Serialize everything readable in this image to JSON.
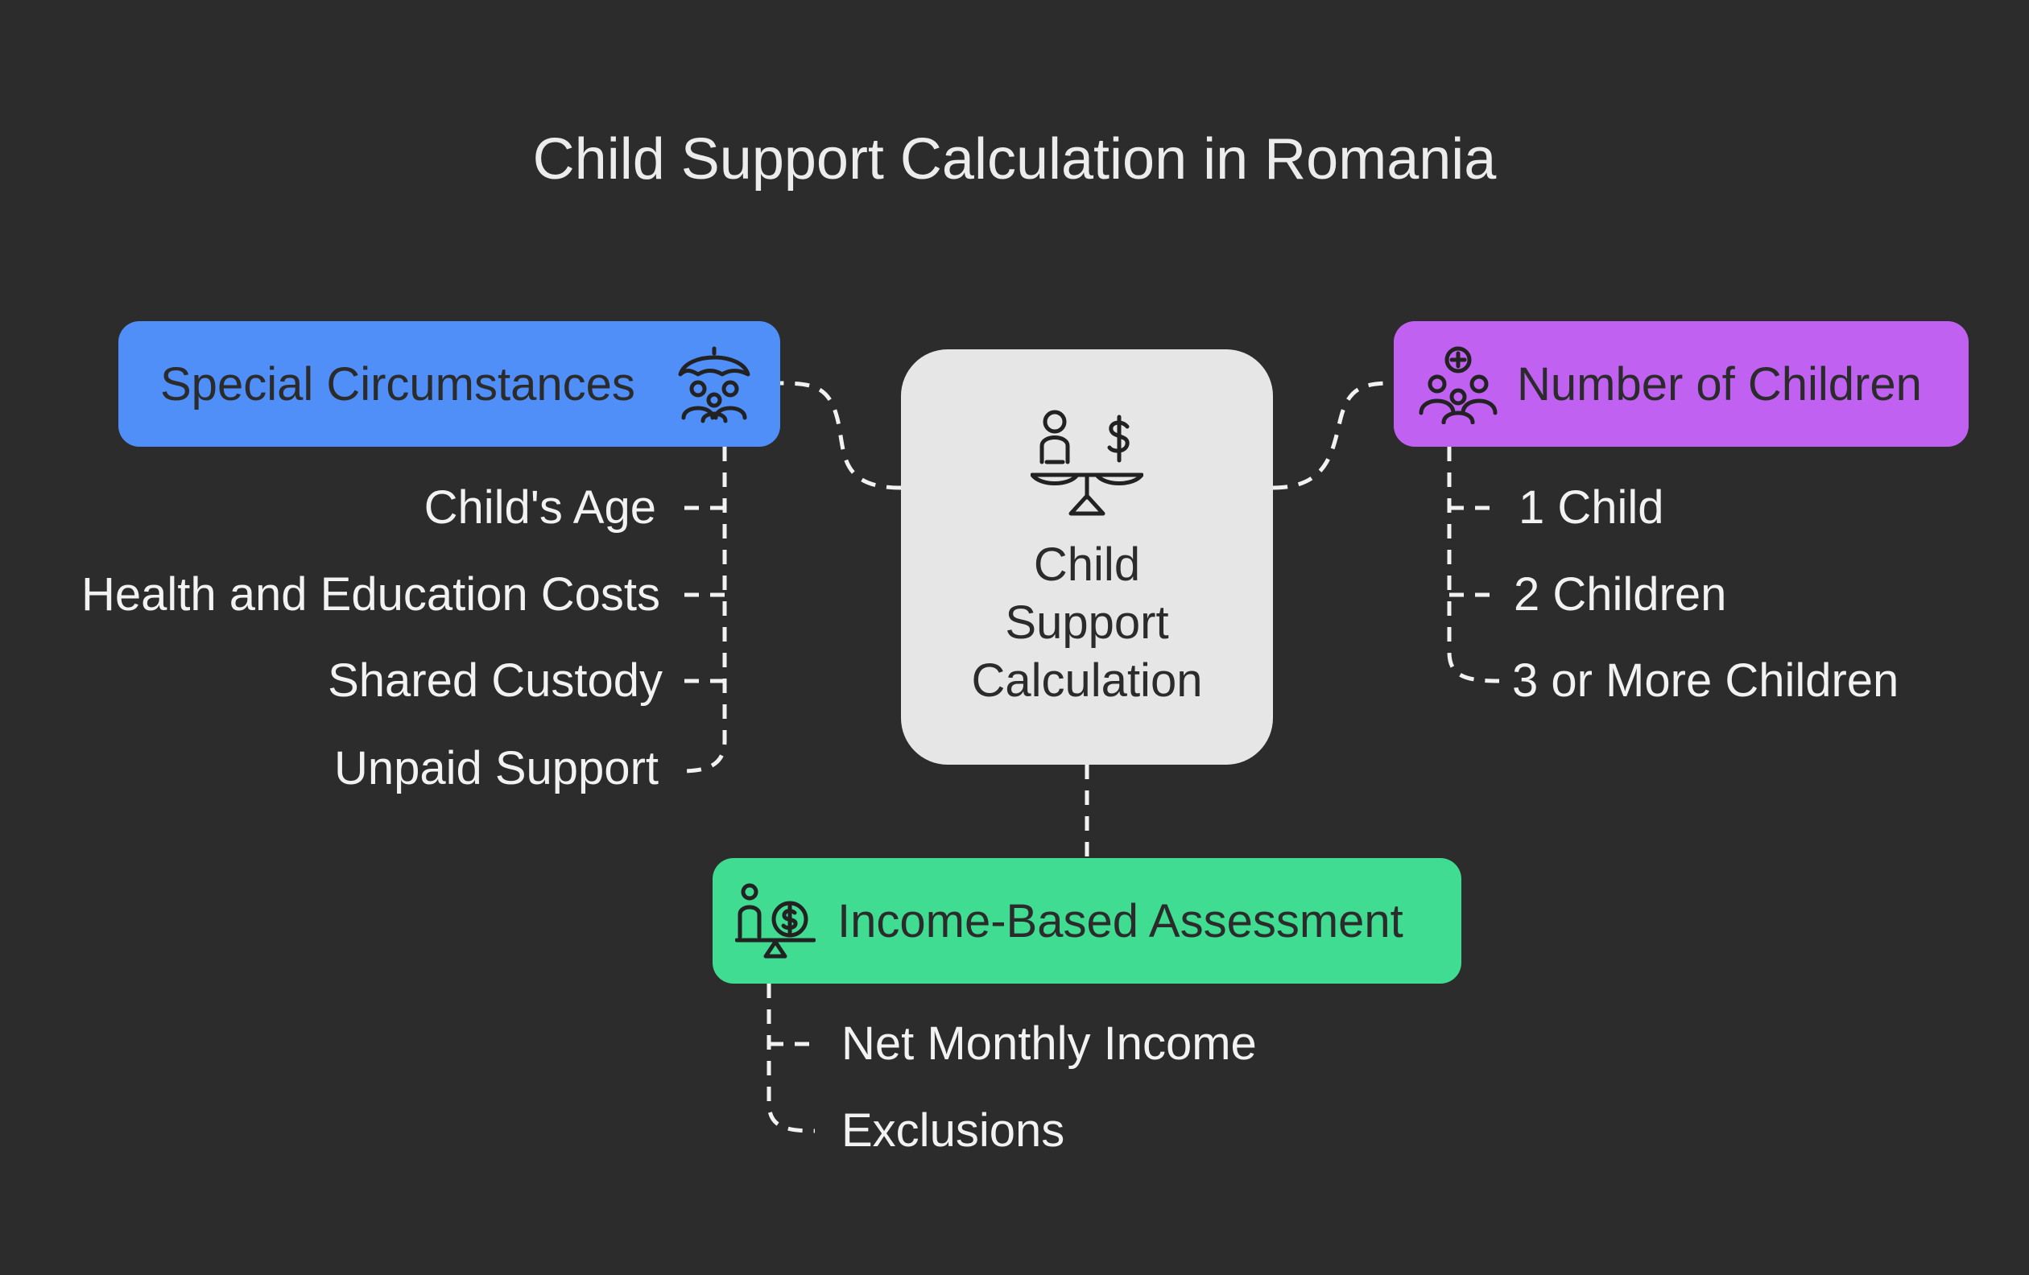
{
  "title": "Child Support Calculation in Romania",
  "center": {
    "label_line1": "Child",
    "label_line2": "Support",
    "label_line3": "Calculation",
    "icon": "scale-person-dollar-icon"
  },
  "branches": {
    "special_circumstances": {
      "label": "Special Circumstances",
      "icon": "family-umbrella-icon",
      "color": "#4f8ff7",
      "items": [
        "Child's Age",
        "Health and Education Costs",
        "Shared Custody",
        "Unpaid Support"
      ]
    },
    "number_of_children": {
      "label": "Number of Children",
      "icon": "group-add-icon",
      "color": "#c061f2",
      "items": [
        "1 Child",
        "2 Children",
        "3 or More Children"
      ]
    },
    "income_based_assessment": {
      "label": "Income-Based Assessment",
      "icon": "person-coin-balance-icon",
      "color": "#40dc92",
      "items": [
        "Net Monthly Income",
        "Exclusions"
      ]
    }
  },
  "colors": {
    "background": "#2c2c2c",
    "center_box": "#e6e6e6",
    "text_light": "#f2f2f2",
    "text_dark": "#2b2b2b"
  }
}
